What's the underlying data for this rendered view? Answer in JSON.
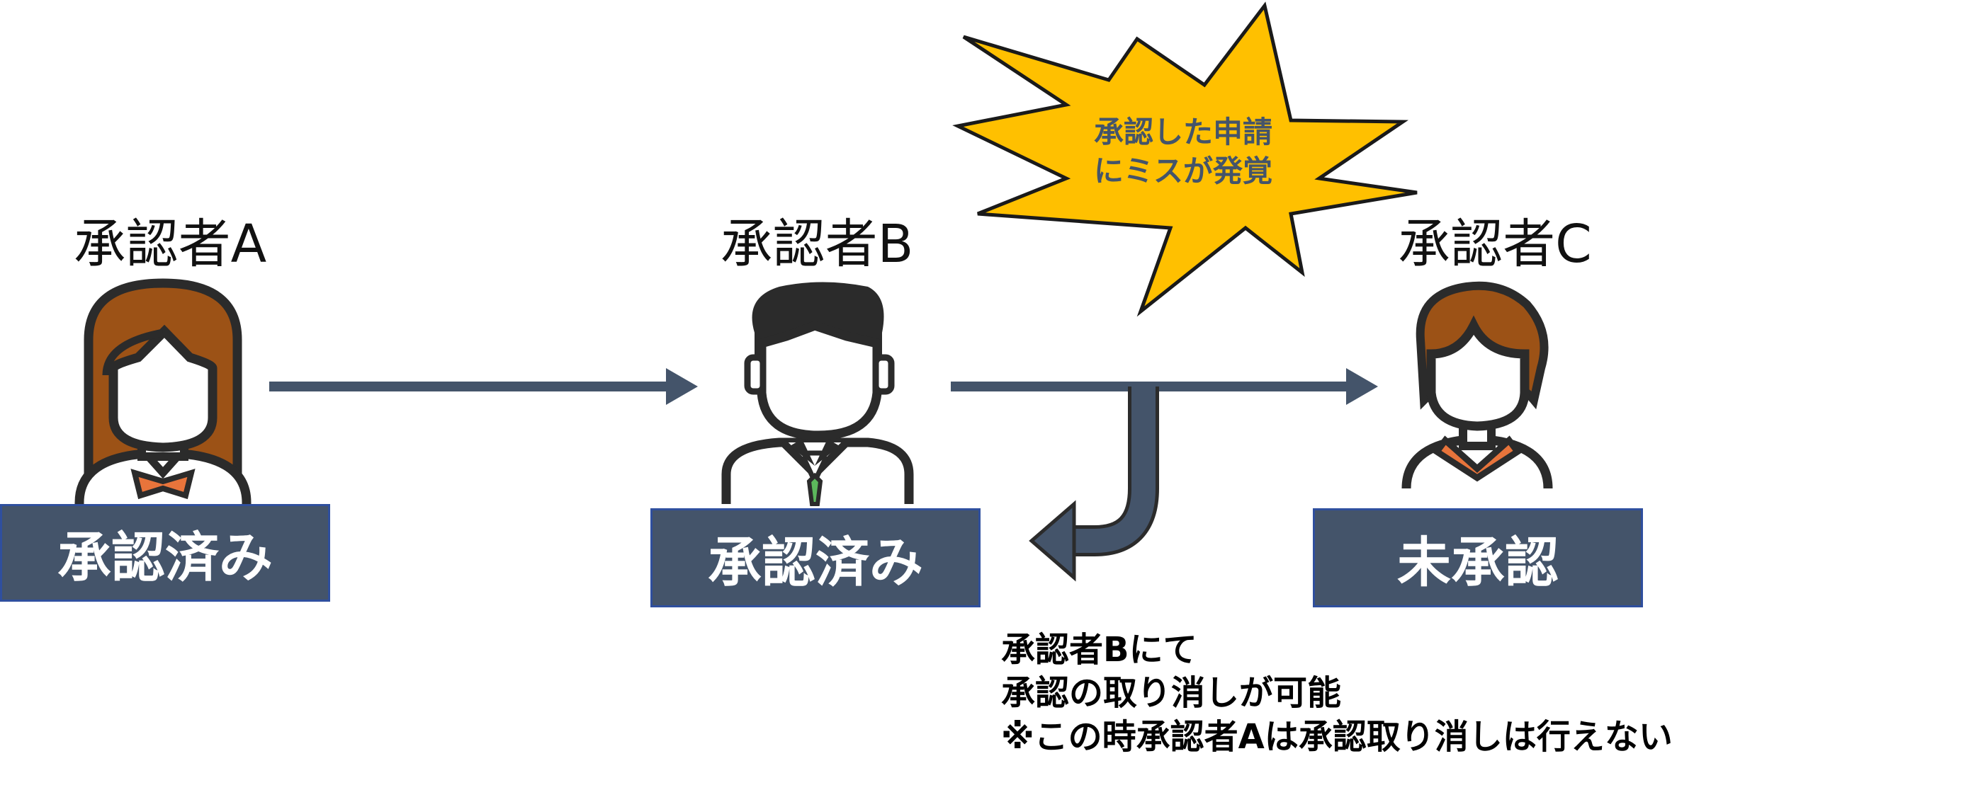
{
  "approvers": [
    {
      "name": "承認者A",
      "status": "承認済み",
      "icon": "woman-long-hair-icon"
    },
    {
      "name": "承認者B",
      "status": "承認済み",
      "icon": "man-tie-icon"
    },
    {
      "name": "承認者C",
      "status": "未承認",
      "icon": "woman-short-hair-icon"
    }
  ],
  "burst": {
    "line1": "承認した申請",
    "line2": "にミスが発覚"
  },
  "note": {
    "line1": "承認者Bにて",
    "line2": "承認の取り消しが可能",
    "line3": "※この時承認者Aは承認取り消しは行えない"
  },
  "colors": {
    "status_box": "#44546a",
    "arrow": "#44546a",
    "burst_fill": "#ffc000",
    "hair_brown": "#9c5216",
    "outline": "#2b2b2b",
    "collar_orange": "#e8743b",
    "tie_green": "#5cb85c"
  }
}
